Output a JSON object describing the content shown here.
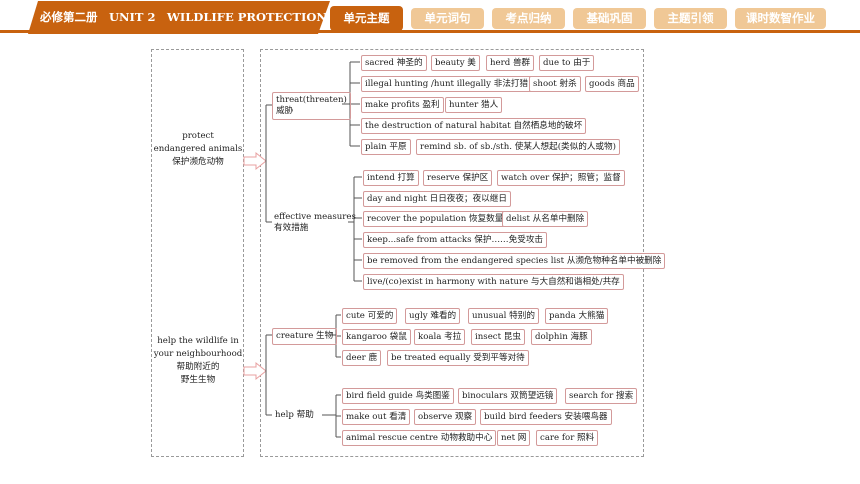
{
  "header": {
    "title": "必修第二册　UNIT 2　WILDLIFE PROTECTION",
    "tabs": [
      {
        "label": "单元主题",
        "active": true
      },
      {
        "label": "单元词句",
        "active": false
      },
      {
        "label": "考点归纳",
        "active": false
      },
      {
        "label": "基础巩固",
        "active": false
      },
      {
        "label": "主题引领",
        "active": false
      },
      {
        "label": "课时数智作业",
        "active": false
      }
    ]
  },
  "colors": {
    "accent": "#c8620f",
    "tab_inactive": "#f0c896",
    "box_border": "#d39a9a"
  },
  "left": {
    "topic1": {
      "en1": "protect",
      "en2": "endangered animals",
      "cn": "保护濒危动物"
    },
    "topic2": {
      "en1": "help the wildlife in",
      "en2": "your neighbourhood",
      "cn1": "帮助附近的",
      "cn2": "野生生物"
    }
  },
  "mindmap": {
    "threat": {
      "label1": "threat(threaten)",
      "label2": "威胁",
      "rows": [
        [
          "sacred 神圣的",
          "beauty 美",
          "herd 兽群",
          "due to 由于"
        ],
        [
          "illegal hunting /hunt illegally 非法打猎",
          "shoot 射杀",
          "goods 商品"
        ],
        [
          "make profits 盈利",
          "hunter 猎人"
        ],
        [
          "the destruction of natural habitat 自然栖息地的破坏"
        ],
        [
          "plain 平原",
          "remind sb. of sb./sth. 使某人想起(类似的人或物)"
        ]
      ]
    },
    "measures": {
      "label1": "effective measures",
      "label2": "有效措施",
      "rows": [
        [
          "intend 打算",
          "reserve 保护区",
          "watch over 保护；照管；监督"
        ],
        [
          "day and night 日日夜夜；夜以继日"
        ],
        [
          "recover the population 恢复数量",
          "delist 从名单中删除"
        ],
        [
          "keep...safe from attacks 保护……免受攻击"
        ],
        [
          "be removed from the endangered species list 从濒危物种名单中被删除"
        ],
        [
          "live/(co)exist in harmony with nature 与大自然和谐相处/共存"
        ]
      ]
    },
    "creature": {
      "label": "creature 生物",
      "rows": [
        [
          "cute 可爱的",
          "ugly 难看的",
          "unusual 特别的",
          "panda 大熊猫"
        ],
        [
          "kangaroo 袋鼠",
          "koala 考拉",
          "insect 昆虫",
          "dolphin 海豚"
        ],
        [
          "deer 鹿",
          "be treated equally 受到平等对待"
        ]
      ]
    },
    "help": {
      "label": "help 帮助",
      "rows": [
        [
          "bird field guide 鸟类图鉴",
          "binoculars 双筒望远镜",
          "search for 搜索"
        ],
        [
          "make out 看清",
          "observe 观察",
          "build bird feeders 安装喂鸟器"
        ],
        [
          "animal rescue centre 动物救助中心",
          "net 网",
          "care for 照料"
        ]
      ]
    }
  }
}
